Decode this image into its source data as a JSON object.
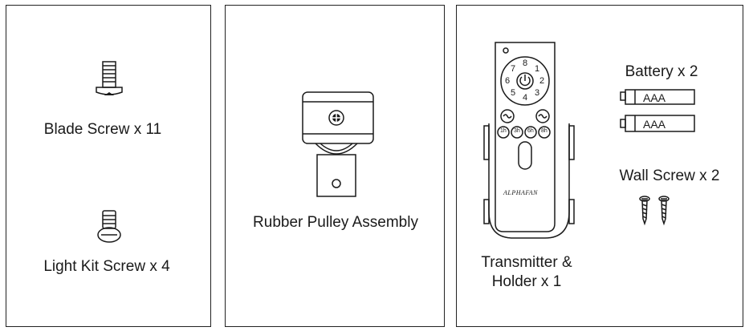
{
  "parts": {
    "blade_screw": "Blade Screw x 11",
    "light_kit_screw": "Light Kit Screw x 4",
    "rubber_pulley": "Rubber Pulley Assembly",
    "transmitter_line1": "Transmitter &",
    "transmitter_line2": "Holder x 1",
    "battery": "Battery x 2",
    "battery_cell_label": "AAA",
    "wall_screw": "Wall Screw x 2"
  },
  "remote": {
    "dial_numbers": [
      "8",
      "1",
      "2",
      "3",
      "4",
      "5",
      "6",
      "7"
    ],
    "timer_buttons": [
      "1h",
      "3h",
      "6h",
      "8h"
    ],
    "brand": "ALPHAFAN"
  }
}
